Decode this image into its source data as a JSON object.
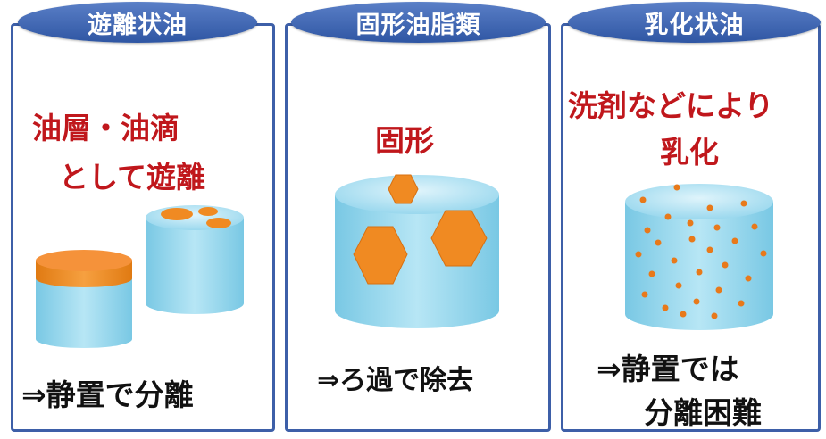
{
  "panels": [
    {
      "title": "遊離状油",
      "desc_line1": "油層・油滴",
      "desc_line2": "として遊離",
      "result_line1": "⇒静置で分離"
    },
    {
      "title": "固形油脂類",
      "desc_line1": "固形",
      "result_line1": "⇒ろ過で除去"
    },
    {
      "title": "乳化状油",
      "desc_line1": "洗剤などにより",
      "desc_line2": "乳化",
      "result_line1": "⇒静置では",
      "result_line2": "分離困難"
    }
  ],
  "colors": {
    "border": "#3d5fa8",
    "tab": "#3f68b5",
    "red_text": "#c0171c",
    "water": "#8fd3ea",
    "oil": "#f08a22"
  }
}
